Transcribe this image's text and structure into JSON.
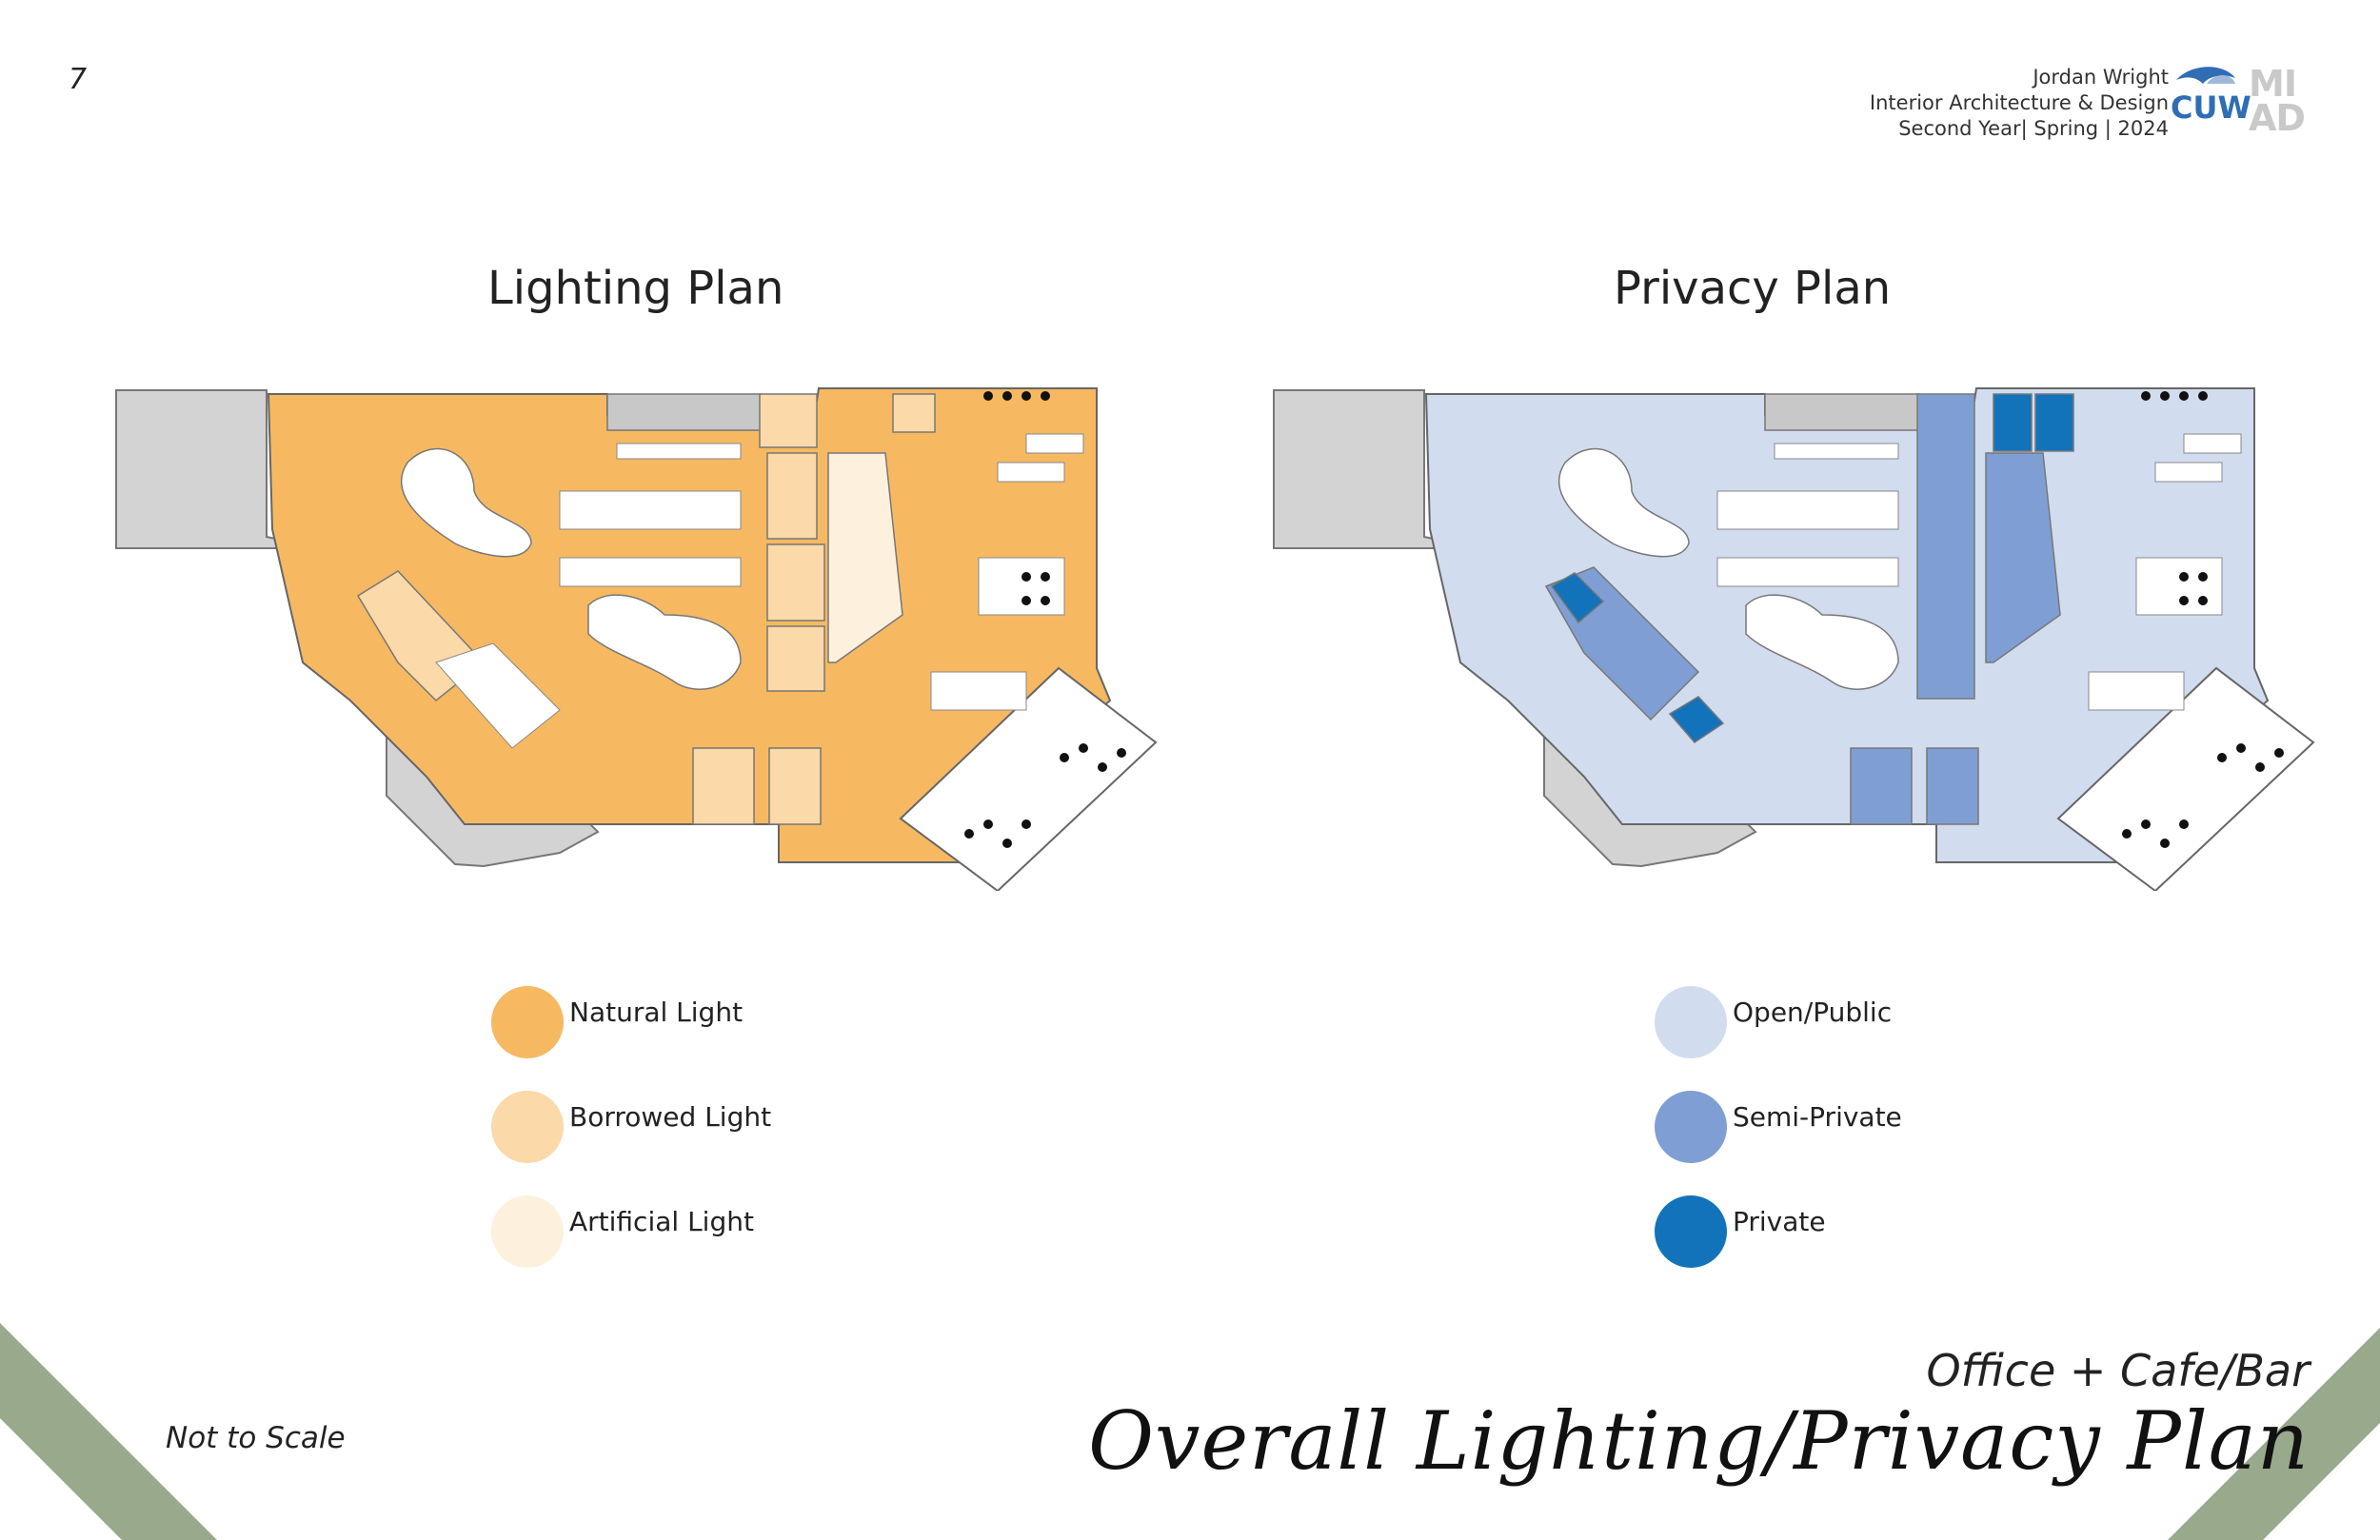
{
  "page": {
    "number": "7",
    "author": "Jordan Wright",
    "program": "Interior Architecture & Design",
    "term": "Second Year| Spring | 2024",
    "logo_left_text": "CUW",
    "logo_right_line1": "MI",
    "logo_right_line2": "AD",
    "not_to_scale": "Not to Scale",
    "subtitle": "Office + Cafe/Bar",
    "main_title": "Overall Lighting/Privacy Plan"
  },
  "lighting_plan": {
    "title": "Lighting Plan",
    "legend": [
      {
        "label": "Natural Light",
        "color": "#F6B961"
      },
      {
        "label": "Borrowed Light",
        "color": "#FBD9A8"
      },
      {
        "label": "Artificial Light",
        "color": "#FDF1DE"
      }
    ]
  },
  "privacy_plan": {
    "title": "Privacy Plan",
    "legend": [
      {
        "label": "Open/Public",
        "color": "#D2DCEF"
      },
      {
        "label": "Semi-Private",
        "color": "#7F9FD4"
      },
      {
        "label": "Private",
        "color": "#1273BA"
      }
    ]
  },
  "colors": {
    "corner_accent": "#99A98C",
    "wall_gray": "#D3D3D3"
  }
}
